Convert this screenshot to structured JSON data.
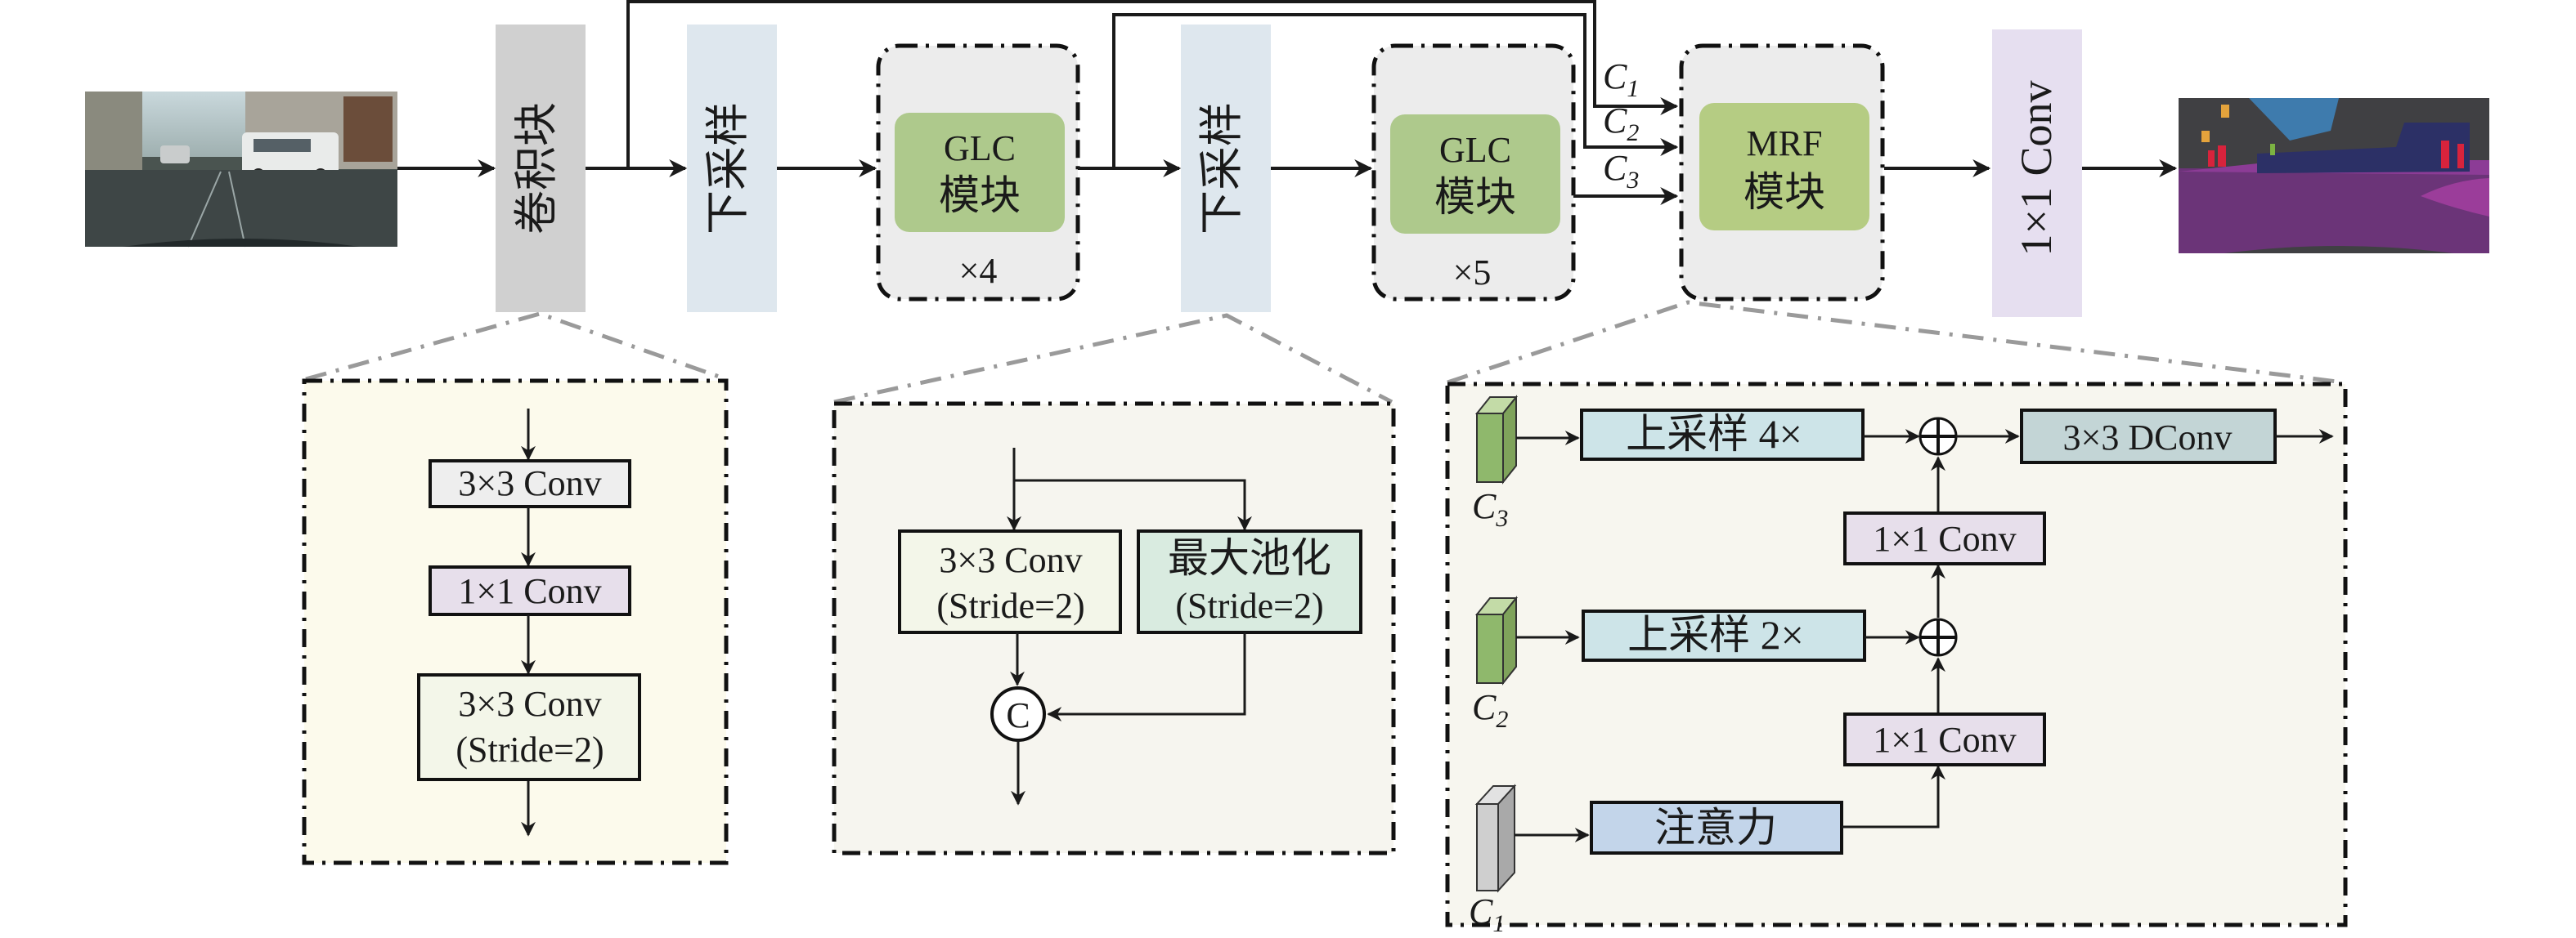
{
  "diagram": {
    "domain": "network-architecture",
    "colors": {
      "conv_block": "#d0d0d0",
      "downsample": "#dee7ee",
      "glc_group_bg": "#ececec",
      "glc_inner": "#aec98c",
      "mrf_inner": "#b5cc83",
      "conv1x1_vertical": "#e6dff0",
      "panel_conv_bg": "#fcfaec",
      "panel_down_bg": "#f6f5ef",
      "panel_mrf_bg": "#f7f6ef",
      "box_conv3_plain": "#eeeeee",
      "box_conv1": "#e7dfeb",
      "box_conv3_stride": "#f3f6e9",
      "box_maxpool": "#d9ebe0",
      "box_upsample": "#cde4e8",
      "box_dconv": "#c3d5d6",
      "box_attention": "#c3d5ea",
      "feature_c3": "#8fb86c",
      "feature_c2": "#8fb86c",
      "feature_c1": "#c8c8c8",
      "line": "#1a1a1a",
      "zoom_guide": "#9a9a9a"
    },
    "top_row": {
      "input_image": {
        "icon": "street-scene-photo-icon",
        "label": "input street image"
      },
      "conv_block": {
        "label": "卷积块"
      },
      "downsample_1": {
        "label": "下采样"
      },
      "glc_group_1": {
        "inner_line1": "GLC",
        "inner_line2": "模块",
        "repeat": "×4"
      },
      "downsample_2": {
        "label": "下采样"
      },
      "glc_group_2": {
        "inner_line1": "GLC",
        "inner_line2": "模块",
        "repeat": "×5"
      },
      "skip_labels": [
        {
          "base": "C",
          "sub": "1"
        },
        {
          "base": "C",
          "sub": "2"
        },
        {
          "base": "C",
          "sub": "3"
        }
      ],
      "mrf_group": {
        "inner_line1": "MRF",
        "inner_line2": "模块"
      },
      "conv_1x1": {
        "label": "1×1 Conv"
      },
      "output_image": {
        "icon": "segmentation-map-icon",
        "label": "output segmentation map"
      }
    },
    "panel_conv_block": {
      "boxes": [
        {
          "line1": "3×3 Conv"
        },
        {
          "line1": "1×1 Conv"
        },
        {
          "line1": "3×3 Conv",
          "line2": "(Stride=2)"
        }
      ]
    },
    "panel_downsample": {
      "left_box": {
        "line1": "3×3 Conv",
        "line2": "(Stride=2)"
      },
      "right_box": {
        "line1": "最大池化",
        "line2": "(Stride=2)"
      },
      "concat_node": "C"
    },
    "panel_mrf": {
      "features": [
        {
          "base": "C",
          "sub": "3"
        },
        {
          "base": "C",
          "sub": "2"
        },
        {
          "base": "C",
          "sub": "1"
        }
      ],
      "upsample_4x": "上采样 4×",
      "upsample_2x": "上采样 2×",
      "attention": "注意力",
      "conv1x1_top": "1×1 Conv",
      "conv1x1_bottom": "1×1 Conv",
      "dconv": "3×3 DConv",
      "add_symbol": "⊕"
    }
  }
}
